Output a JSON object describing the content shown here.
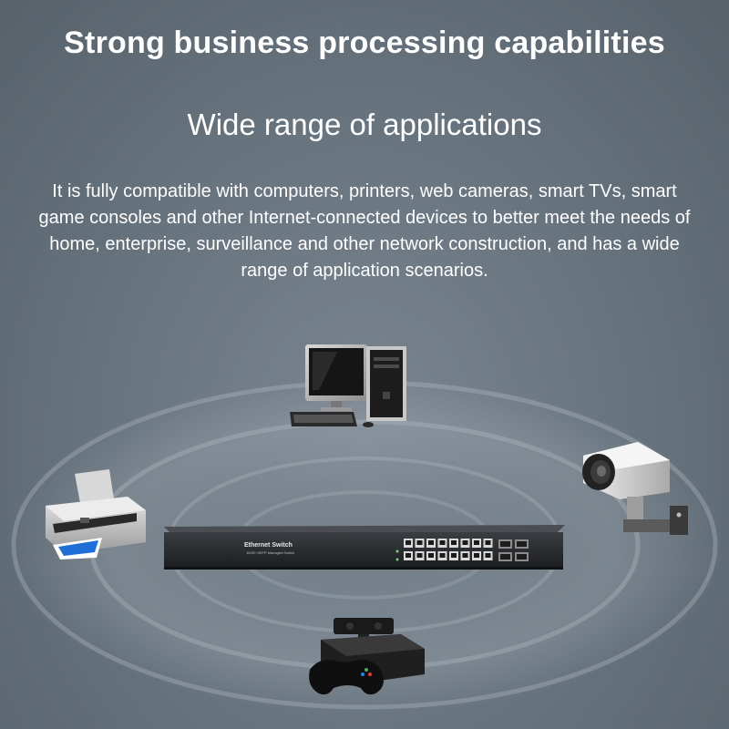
{
  "header": {
    "title": "Strong business processing capabilities",
    "subtitle": "Wide range of applications",
    "description": "It is fully compatible with computers, printers, web cameras, smart TVs, smart game consoles and other Internet-connected devices to better meet the needs of home, enterprise, surveillance and other network construction, and has a wide range of application scenarios."
  },
  "switch": {
    "brand": "Ethernet Switch",
    "model": "16GE+4SFP Managed Switch"
  },
  "icons": [
    "desktop-computer-icon",
    "printer-icon",
    "security-camera-icon",
    "game-console-icon"
  ],
  "colors": {
    "background": "#66727c",
    "text": "#ffffff"
  }
}
